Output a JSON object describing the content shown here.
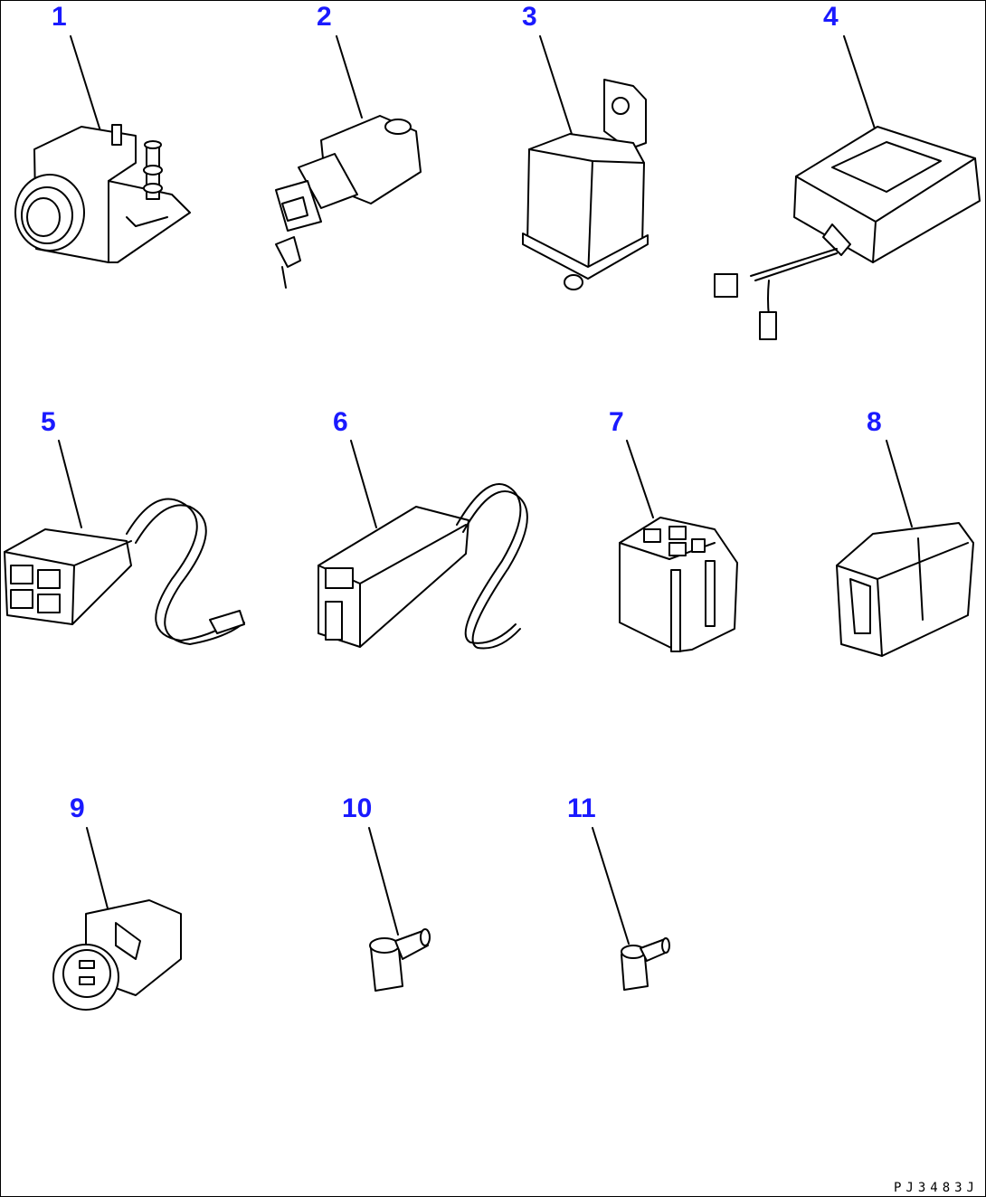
{
  "diagram": {
    "parts": [
      {
        "number": "1",
        "icon": "solenoid-switch-icon"
      },
      {
        "number": "2",
        "icon": "starting-switch-key-icon"
      },
      {
        "number": "3",
        "icon": "relay-icon"
      },
      {
        "number": "4",
        "icon": "controller-box-icon"
      },
      {
        "number": "5",
        "icon": "four-pole-connector-icon"
      },
      {
        "number": "6",
        "icon": "two-pole-connector-icon"
      },
      {
        "number": "7",
        "icon": "relay-socket-icon"
      },
      {
        "number": "8",
        "icon": "connector-plug-icon"
      },
      {
        "number": "9",
        "icon": "socket-connector-icon"
      },
      {
        "number": "10",
        "icon": "terminal-cap-icon"
      },
      {
        "number": "11",
        "icon": "terminal-cap-icon"
      }
    ],
    "colors": {
      "callout": "#1a1aff",
      "line": "#000000"
    },
    "drawing_code": "PJ3483J"
  }
}
